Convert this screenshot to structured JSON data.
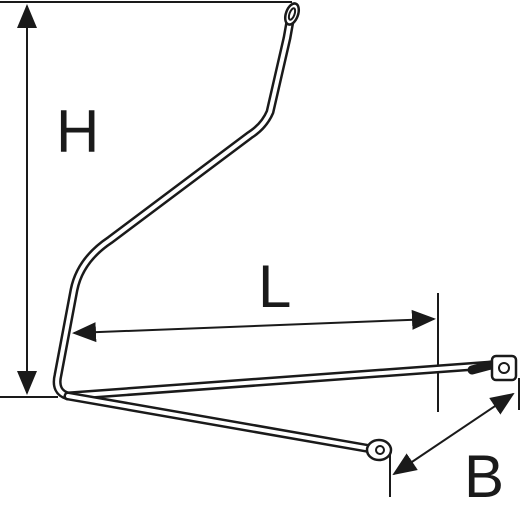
{
  "dimensions": {
    "height_label": "H",
    "length_label": "L",
    "width_label": "B"
  }
}
